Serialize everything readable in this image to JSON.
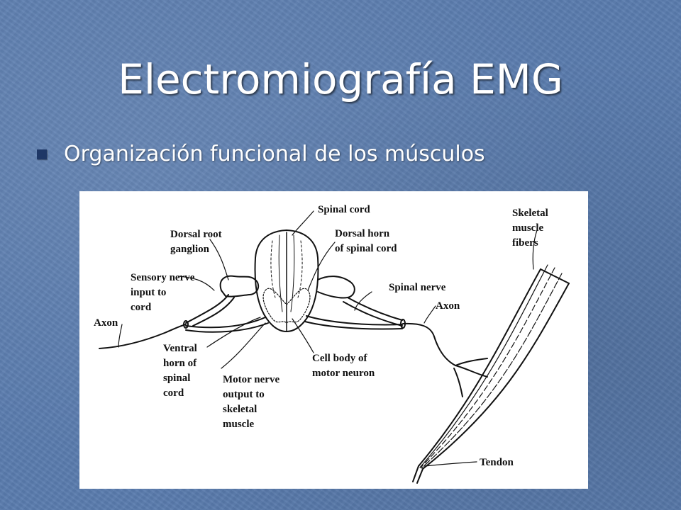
{
  "slide": {
    "title": "Electromiografía EMG",
    "bullet": "Organización funcional de los músculos"
  },
  "diagram": {
    "labels": {
      "spinal_cord": "Spinal cord",
      "skeletal_muscle_fibers": [
        "Skeletal",
        "muscle",
        "fibers"
      ],
      "dorsal_root_ganglion": [
        "Dorsal root",
        "ganglion"
      ],
      "dorsal_horn": [
        "Dorsal horn",
        "of spinal cord"
      ],
      "sensory_nerve": [
        "Sensory nerve",
        "input to",
        "cord"
      ],
      "spinal_nerve": "Spinal nerve",
      "axon_left": "Axon",
      "axon_right": "Axon",
      "ventral_horn": [
        "Ventral",
        "horn of",
        "spinal",
        "cord"
      ],
      "cell_body": [
        "Cell body of",
        "motor neuron"
      ],
      "motor_nerve": [
        "Motor nerve",
        "output to",
        "skeletal",
        "muscle"
      ],
      "tendon": "Tendon"
    }
  },
  "colors": {
    "background": "#5a7cae",
    "bullet": "#1e3766",
    "text": "#ffffff"
  }
}
